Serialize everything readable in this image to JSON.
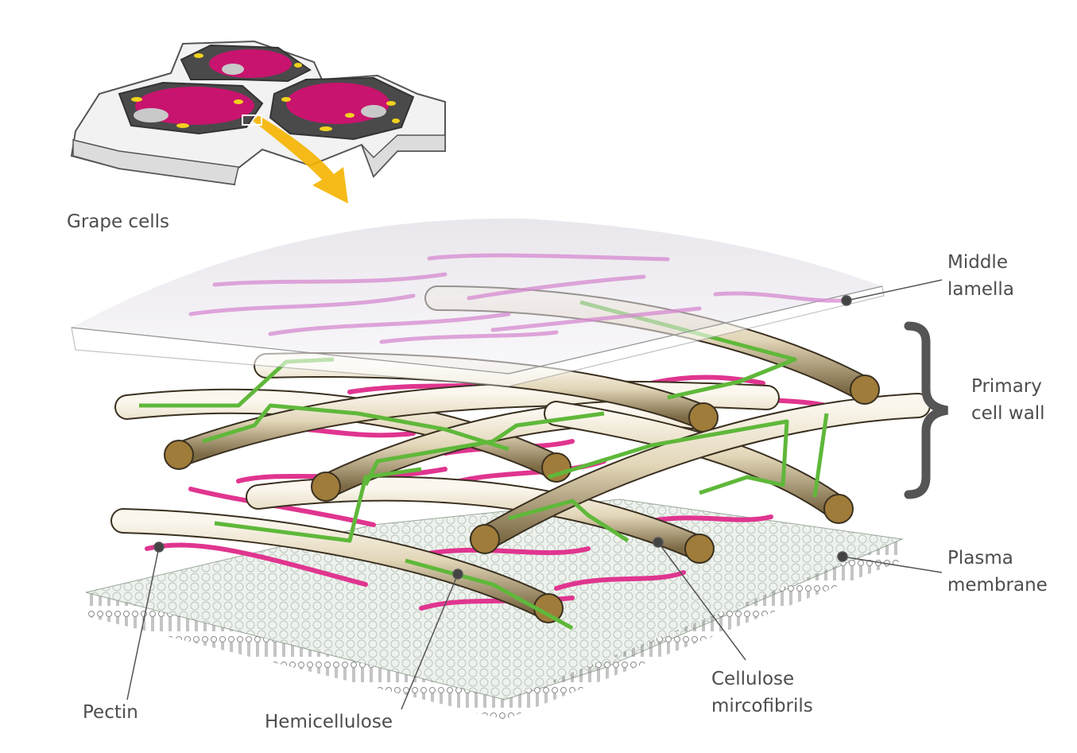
{
  "labels": {
    "grape_cells": "Grape cells",
    "middle_lamella": [
      "Middle",
      "lamella"
    ],
    "primary_cell_wall": [
      "Primary",
      "cell wall"
    ],
    "plasma_membrane": [
      "Plasma",
      "membrane"
    ],
    "pectin": "Pectin",
    "hemicellulose": "Hemicellulose",
    "cellulose_microfibrils": [
      "Cellulose",
      "mircofibrils"
    ]
  },
  "colors": {
    "pectin": "#e0358f",
    "hemicellulose": "#5fb83a",
    "cellulose": "#d9cba8",
    "cellulose_core": "#a07c3a",
    "cell_vacuole": "#c8146e",
    "chloroplast": "#f2d21e",
    "arrow": "#f5b400",
    "middle_lamella": "#e9e6ee",
    "membrane": "#dde6dd",
    "bracket": "#555555"
  }
}
